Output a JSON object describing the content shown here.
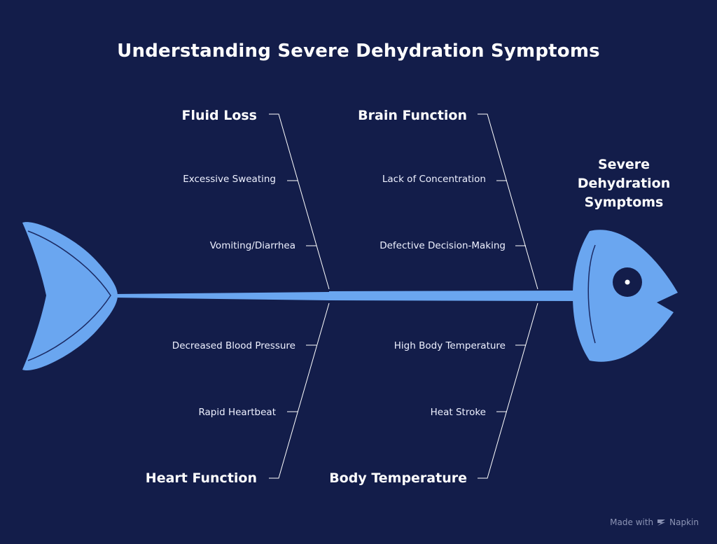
{
  "title": "Understanding Severe Dehydration Symptoms",
  "effect": {
    "label": "Severe Dehydration Symptoms",
    "label_lines": [
      "Severe",
      "Dehydration",
      "Symptoms"
    ]
  },
  "categories": {
    "fluid_loss": {
      "label": "Fluid Loss",
      "causes": [
        "Excessive Sweating",
        "Vomiting/Diarrhea"
      ]
    },
    "brain_function": {
      "label": "Brain Function",
      "causes": [
        "Lack of Concentration",
        "Defective Decision-Making"
      ]
    },
    "heart_function": {
      "label": "Heart Function",
      "causes": [
        "Decreased Blood Pressure",
        "Rapid Heartbeat"
      ]
    },
    "body_temperature": {
      "label": "Body Temperature",
      "causes": [
        "High Body Temperature",
        "Heat Stroke"
      ]
    }
  },
  "footer": {
    "prefix": "Made with",
    "brand": "Napkin"
  },
  "colors": {
    "background": "#131d4a",
    "fish": "#6aa6f0",
    "fish_outline": "#1b2a63",
    "bones": "#ffffff",
    "text": "#ffffff"
  }
}
